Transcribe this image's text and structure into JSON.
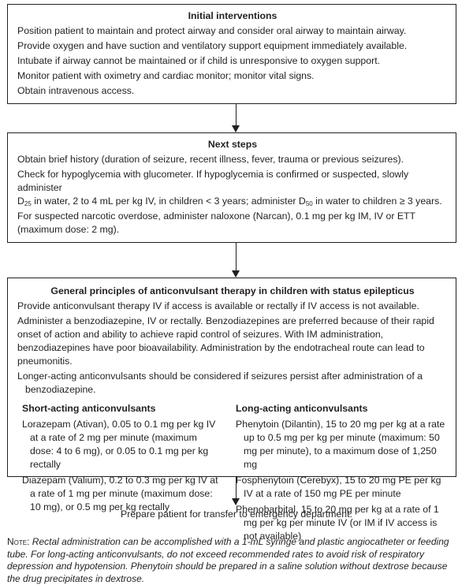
{
  "initial": {
    "title": "Initial interventions",
    "lines": [
      "Position patient to maintain and protect airway and consider oral airway to maintain airway.",
      "Provide oxygen and have suction and ventilatory support equipment immediately available.",
      "Intubate if airway cannot be maintained or if child is unresponsive to oxygen support.",
      "Monitor patient with oximetry and cardiac monitor; monitor vital signs.",
      "Obtain intravenous access."
    ]
  },
  "next": {
    "title": "Next steps",
    "history": "Obtain brief history (duration of seizure, recent illness, fever, trauma or previous seizures).",
    "glucose_a": "Check for hypoglycemia with glucometer. If hypoglycemia is confirmed or suspected, slowly administer",
    "glucose_b1": "D",
    "glucose_sub1": "25",
    "glucose_b2": " in water, 2 to 4 mL per kg IV, in children < 3 years; administer D",
    "glucose_sub2": "50",
    "glucose_b3": " in water to children ≥ 3 years.",
    "narcotic": "For suspected narcotic overdose, administer naloxone (Narcan), 0.1 mg per kg IM, IV or ETT (maximum dose: 2 mg)."
  },
  "general": {
    "title": "General principles of anticonvulsant therapy in children with status epilepticus",
    "lines": [
      "Provide anticonvulsant therapy IV if access is available or rectally if IV access is not available.",
      "Administer a benzodiazepine, IV or rectally. Benzodiazepines are preferred because of their rapid onset of action and ability to achieve rapid control of seizures. With IM administration, benzodiazepines have poor bioavailability. Administration by the endotracheal route can lead to pneumonitis.",
      "Longer-acting anticonvulsants should be considered if seizures persist after administration of a benzodiazepine."
    ],
    "short_title": "Short-acting anticonvulsants",
    "short": [
      "Lorazepam (Ativan), 0.05 to 0.1 mg per kg IV at a rate of 2 mg per minute (maximum dose: 4 to 6 mg), or 0.05 to 0.1 mg per kg rectally",
      "Diazepam (Valium), 0.2 to 0.3 mg per kg IV at a rate of 1 mg per minute (maximum dose: 10 mg), or 0.5 mg per kg rectally"
    ],
    "long_title": "Long-acting anticonvulsants",
    "long": [
      "Phenytoin (Dilantin), 15 to 20 mg per kg at a rate up to 0.5 mg per kg per minute (maximum: 50 mg per minute), to a maximum dose of 1,250 mg",
      "Fosphenytoin (Cerebyx), 15 to 20 mg PE per kg IV at a rate of 150 mg PE per minute",
      "Phenobarbital, 15 to 20 mg per kg at a rate of 1 mg per kg per minute IV (or IM if IV access is not available)"
    ]
  },
  "final_step": "Prepare patient for transfer to emergency department.",
  "note": {
    "label": "Note:",
    "text": "Rectal administration can be accomplished with a 1-mL syringe and plastic angiocatheter or feeding tube. For long-acting anticonvulsants, do not exceed recommended rates to avoid risk of respiratory depression and hypotension. Phenytoin should be prepared in a saline solution without dextrose because the drug precipitates in dextrose."
  }
}
